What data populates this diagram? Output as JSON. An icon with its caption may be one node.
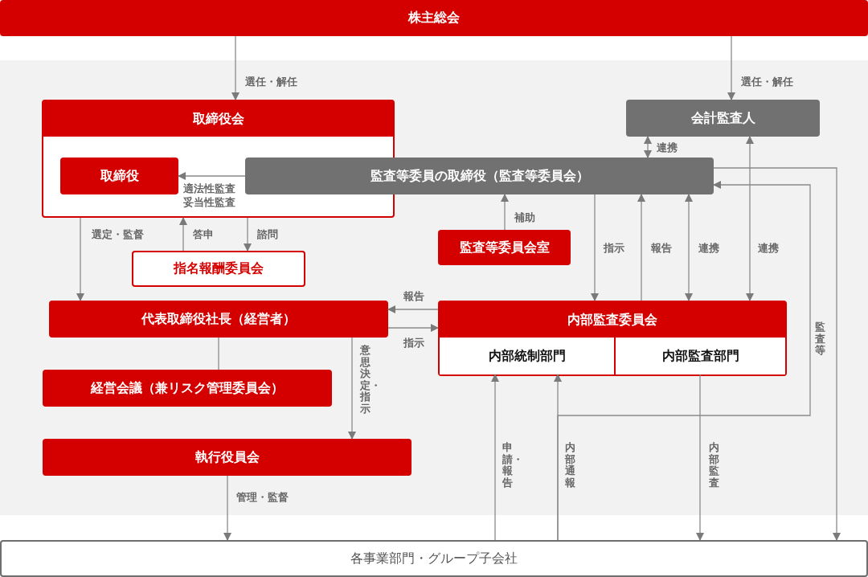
{
  "diagram": {
    "nodes": [
      {
        "text": [
          "株主総会"
        ]
      },
      {
        "text": [
          "取締役会"
        ]
      },
      {
        "text": [
          "取締役"
        ],
        "in": 1
      },
      {
        "text": [
          "監査等委員の取締役（監査等委員会）"
        ]
      },
      {
        "text": [
          "会計監査人"
        ]
      },
      {
        "text": [
          "監査等委員会室"
        ]
      },
      {
        "text": [
          "指名報酬委員会"
        ]
      },
      {
        "text": [
          "代表取締役社長（経営者）"
        ]
      },
      {
        "text": [
          "内部監査委員会"
        ]
      },
      {
        "text": [
          "内部統制部門"
        ],
        "in": 8
      },
      {
        "text": [
          "内部監査部門"
        ],
        "in": 8
      },
      {
        "text": [
          "経営会議（兼リスク管理委員会）"
        ]
      },
      {
        "text": [
          "執行役員会"
        ]
      },
      {
        "text": [
          "各事業部門・グループ子会社"
        ]
      }
    ],
    "edges": [
      {
        "from": 0,
        "to": 1,
        "arrow": "to",
        "label": "選任・解任"
      },
      {
        "from": 0,
        "to": 4,
        "arrow": "to",
        "label": "選任・解任"
      },
      {
        "from": 3,
        "to": 2,
        "arrow": "to",
        "label": "適法性監査妥当性監査"
      },
      {
        "from": 4,
        "to": 3,
        "arrow": "both",
        "label": "連携"
      },
      {
        "from": 1,
        "to": 7,
        "arrow": "to",
        "label": "選定・監督"
      },
      {
        "from": 6,
        "to": 1,
        "arrow": "to",
        "label": "答申"
      },
      {
        "from": 1,
        "to": 6,
        "arrow": "to",
        "label": "諮問"
      },
      {
        "from": 5,
        "to": 3,
        "arrow": "to",
        "label": "補助"
      },
      {
        "from": 3,
        "to": 8,
        "arrow": "to",
        "label": "指示"
      },
      {
        "from": 8,
        "to": 3,
        "arrow": "to",
        "label": "報告"
      },
      {
        "from": 3,
        "to": 8,
        "arrow": "both",
        "label": "連携"
      },
      {
        "from": 4,
        "to": 8,
        "arrow": "both",
        "label": "連携"
      },
      {
        "from": 8,
        "to": 7,
        "arrow": "to",
        "label": "報告"
      },
      {
        "from": 7,
        "to": 8,
        "arrow": "to",
        "label": "指示"
      },
      {
        "from": 7,
        "to": 11,
        "arrow": "none"
      },
      {
        "from": 7,
        "to": 12,
        "arrow": "to",
        "label": "意思決定・指示"
      },
      {
        "from": 12,
        "to": 13,
        "arrow": "to",
        "label": "管理・監督"
      },
      {
        "from": 13,
        "to": 9,
        "arrow": "to",
        "label": "申請・報告"
      },
      {
        "from": 13,
        "to": 9,
        "arrow": "to",
        "label": "内部通報"
      },
      {
        "from": 13,
        "to": 3,
        "arrow": "to"
      },
      {
        "from": 10,
        "to": 13,
        "arrow": "to",
        "label": "内部監査"
      },
      {
        "from": 3,
        "to": 13,
        "arrow": "to",
        "label": "監査等"
      }
    ]
  }
}
